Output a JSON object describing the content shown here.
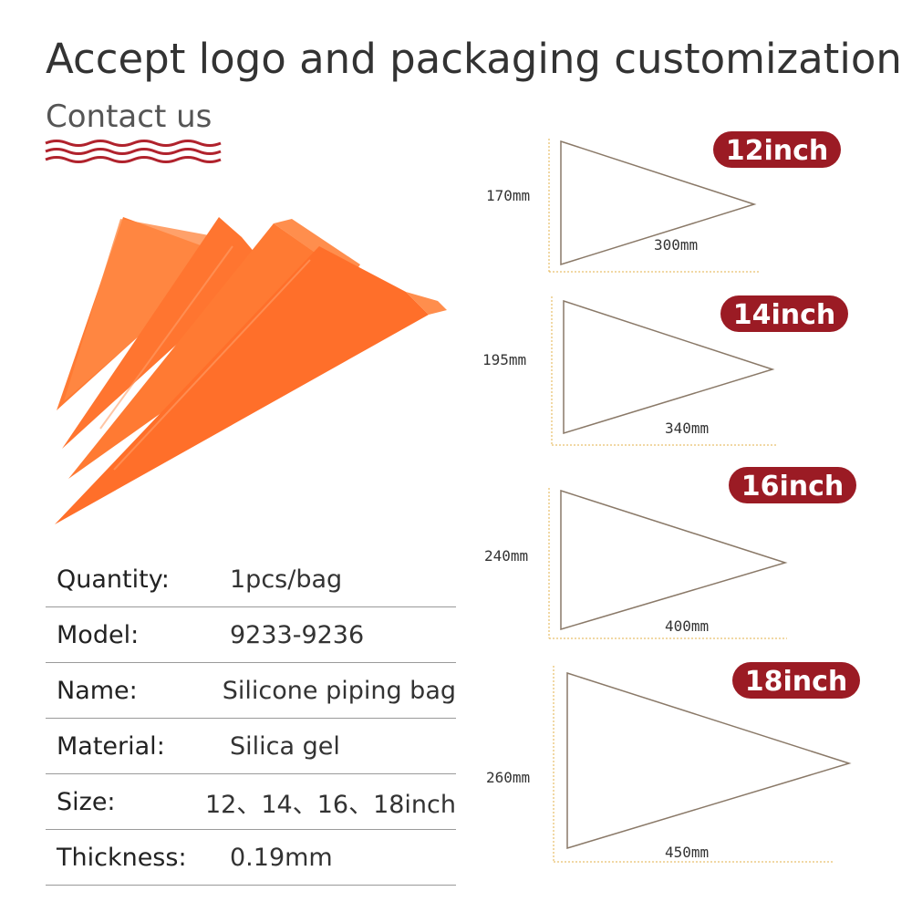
{
  "headline": "Accept logo and packaging customization",
  "contact_label": "Contact us",
  "colors": {
    "badge_red": "#9b1b24",
    "wave_red": "#b0222c",
    "bag_orange": "#ff7a33",
    "line_brown": "#8a7968",
    "dim_yellow": "#e3b04a"
  },
  "specs": [
    {
      "label": "Quantity:",
      "value": "1pcs/bag"
    },
    {
      "label": "Model:",
      "value": "9233-9236"
    },
    {
      "label": "Name:",
      "value": "Silicone piping bag"
    },
    {
      "label": "Material:",
      "value": "Silica gel"
    },
    {
      "label": "Size:",
      "value": "12、14、16、18inch"
    },
    {
      "label": "Thickness:",
      "value": "0.19mm"
    }
  ],
  "sizes": [
    {
      "badge": "12inch",
      "height": "170mm",
      "length": "300mm"
    },
    {
      "badge": "14inch",
      "height": "195mm",
      "length": "340mm"
    },
    {
      "badge": "16inch",
      "height": "240mm",
      "length": "400mm"
    },
    {
      "badge": "18inch",
      "height": "260mm",
      "length": "450mm"
    }
  ]
}
